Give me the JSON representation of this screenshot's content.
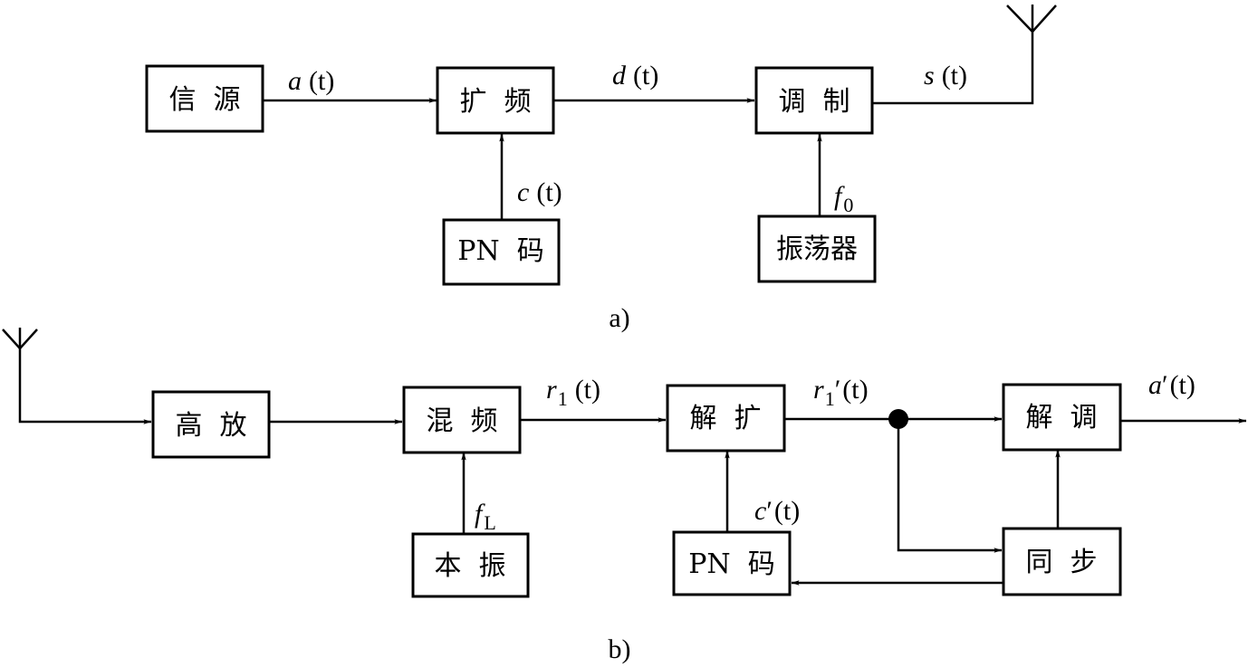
{
  "diagram_a": {
    "caption": "a)",
    "blocks": {
      "source": "信  源",
      "spread": "扩  频",
      "modulate": "调  制",
      "pn_code": "PN  码",
      "oscillator": "振荡器"
    },
    "signals": {
      "a": "a",
      "d": "d",
      "s": "s",
      "c": "c",
      "f": "f",
      "f_sub": "0",
      "t_paren": "(t)"
    }
  },
  "diagram_b": {
    "caption": "b)",
    "blocks": {
      "hf_amp": "高  放",
      "mixer": "混  频",
      "despread": "解  扩",
      "demod": "解  调",
      "local_osc": "本  振",
      "pn_code": "PN  码",
      "sync": "同  步"
    },
    "signals": {
      "r": "r",
      "r_sub": "1",
      "prime": "′",
      "a": "a",
      "c": "c",
      "f": "f",
      "f_sub": "L",
      "t_paren": "(t)"
    }
  }
}
